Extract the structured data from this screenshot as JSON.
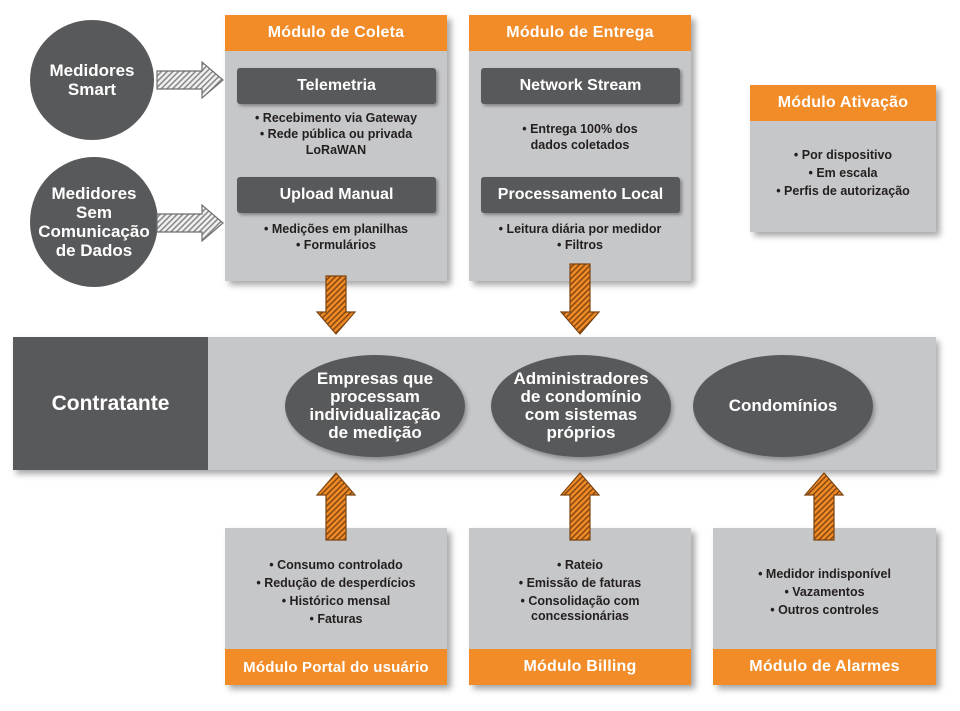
{
  "colors": {
    "orange": "#f28c28",
    "dark_gray": "#58595b",
    "panel_gray": "#c6c7c9",
    "band_gray": "#c6c7c9",
    "text": "#231f20"
  },
  "inputs": [
    {
      "label": "Medidores\nSmart"
    },
    {
      "label": "Medidores\nSem\nComunicação\nde Dados"
    }
  ],
  "coleta": {
    "title": "Módulo de Coleta",
    "telemetria": {
      "title": "Telemetria",
      "bullets": [
        "• Recebimento via Gateway",
        "• Rede pública ou privada",
        "LoRaWAN"
      ]
    },
    "upload": {
      "title": "Upload Manual",
      "bullets": [
        "• Medições em planilhas",
        "• Formulários"
      ]
    }
  },
  "entrega": {
    "title": "Módulo de Entrega",
    "stream": {
      "title": "Network Stream",
      "bullets": [
        "• Entrega 100% dos",
        "dados coletados"
      ]
    },
    "local": {
      "title": "Processamento Local",
      "bullets": [
        "• Leitura diária por medidor",
        "• Filtros"
      ]
    }
  },
  "ativacao": {
    "title": "Módulo Ativação",
    "bullets": [
      "• Por dispositivo",
      "• Em escala",
      "• Perfis de autorização"
    ]
  },
  "band": {
    "label": "Contratante",
    "ovals": [
      {
        "label": "Empresas que\nprocessam\nindividualização\nde medição"
      },
      {
        "label": "Administradores\nde condomínio\ncom sistemas\npróprios"
      },
      {
        "label": "Condomínios"
      }
    ]
  },
  "portal": {
    "title": "Módulo Portal do usuário",
    "bullets": [
      "• Consumo controlado",
      "• Redução de desperdícios",
      "• Histórico mensal",
      "• Faturas"
    ]
  },
  "billing": {
    "title": "Módulo Billing",
    "bullets": [
      "• Rateio",
      "• Emissão de faturas",
      "• Consolidação com",
      "concessionárias"
    ]
  },
  "alarmes": {
    "title": "Módulo de Alarmes",
    "bullets": [
      "• Medidor indisponível",
      "• Vazamentos",
      "• Outros controles"
    ]
  }
}
